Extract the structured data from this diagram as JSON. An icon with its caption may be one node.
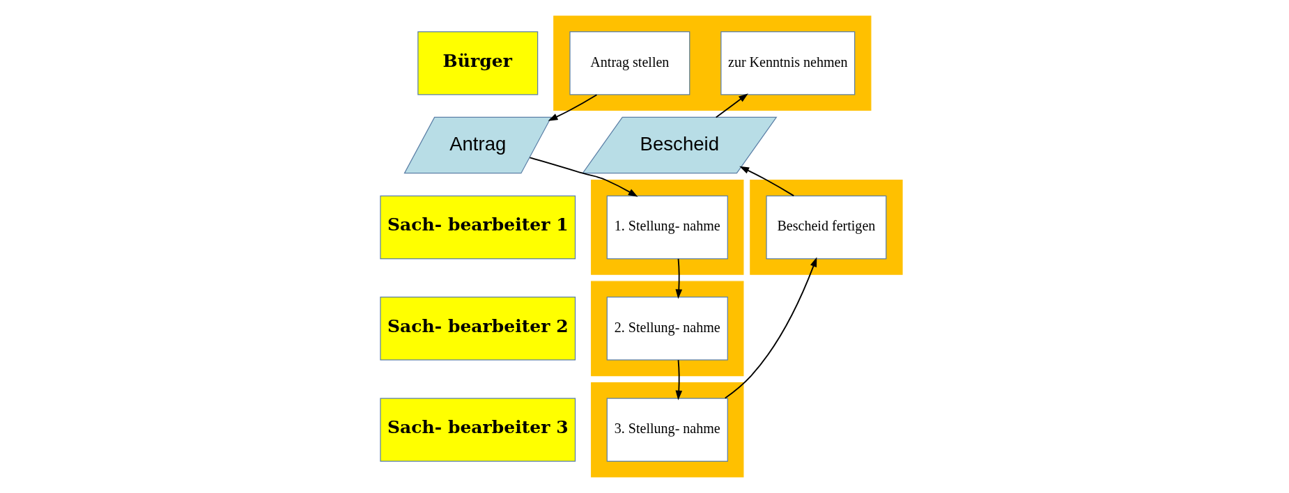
{
  "diagram": {
    "nodes": [
      {
        "text": [
          "Bürger"
        ]
      },
      {
        "text": [],
        "shape": "band"
      },
      {
        "text": [
          "Antrag stellen"
        ],
        "in": 1
      },
      {
        "text": [
          "zur Kenntnis nehmen"
        ],
        "in": 1
      },
      {
        "text": [
          "Antrag"
        ]
      },
      {
        "text": [
          "Bescheid"
        ]
      },
      {
        "text": [
          "Sach- bearbeiter 1"
        ]
      },
      {
        "text": [],
        "shape": "band"
      },
      {
        "text": [
          "1. Stellung- nahme"
        ],
        "in": 7
      },
      {
        "text": [],
        "shape": "band"
      },
      {
        "text": [
          "Bescheid fertigen"
        ],
        "in": 9
      },
      {
        "text": [
          "Sach- bearbeiter 2"
        ]
      },
      {
        "text": [],
        "shape": "band"
      },
      {
        "text": [
          "2. Stellung- nahme"
        ],
        "in": 12
      },
      {
        "text": [
          "Sach- bearbeiter 3"
        ]
      },
      {
        "text": [],
        "shape": "band"
      },
      {
        "text": [
          "3. Stellung- nahme"
        ],
        "in": 15
      }
    ],
    "edges": [
      {
        "from": 2,
        "to": 4,
        "arrow": "to"
      },
      {
        "from": 4,
        "to": 8,
        "arrow": "to"
      },
      {
        "from": 8,
        "to": 13,
        "arrow": "to"
      },
      {
        "from": 13,
        "to": 16,
        "arrow": "to"
      },
      {
        "from": 16,
        "to": 10,
        "arrow": "to"
      },
      {
        "from": 10,
        "to": 5,
        "arrow": "to"
      },
      {
        "from": 5,
        "to": 3,
        "arrow": "to"
      }
    ]
  }
}
